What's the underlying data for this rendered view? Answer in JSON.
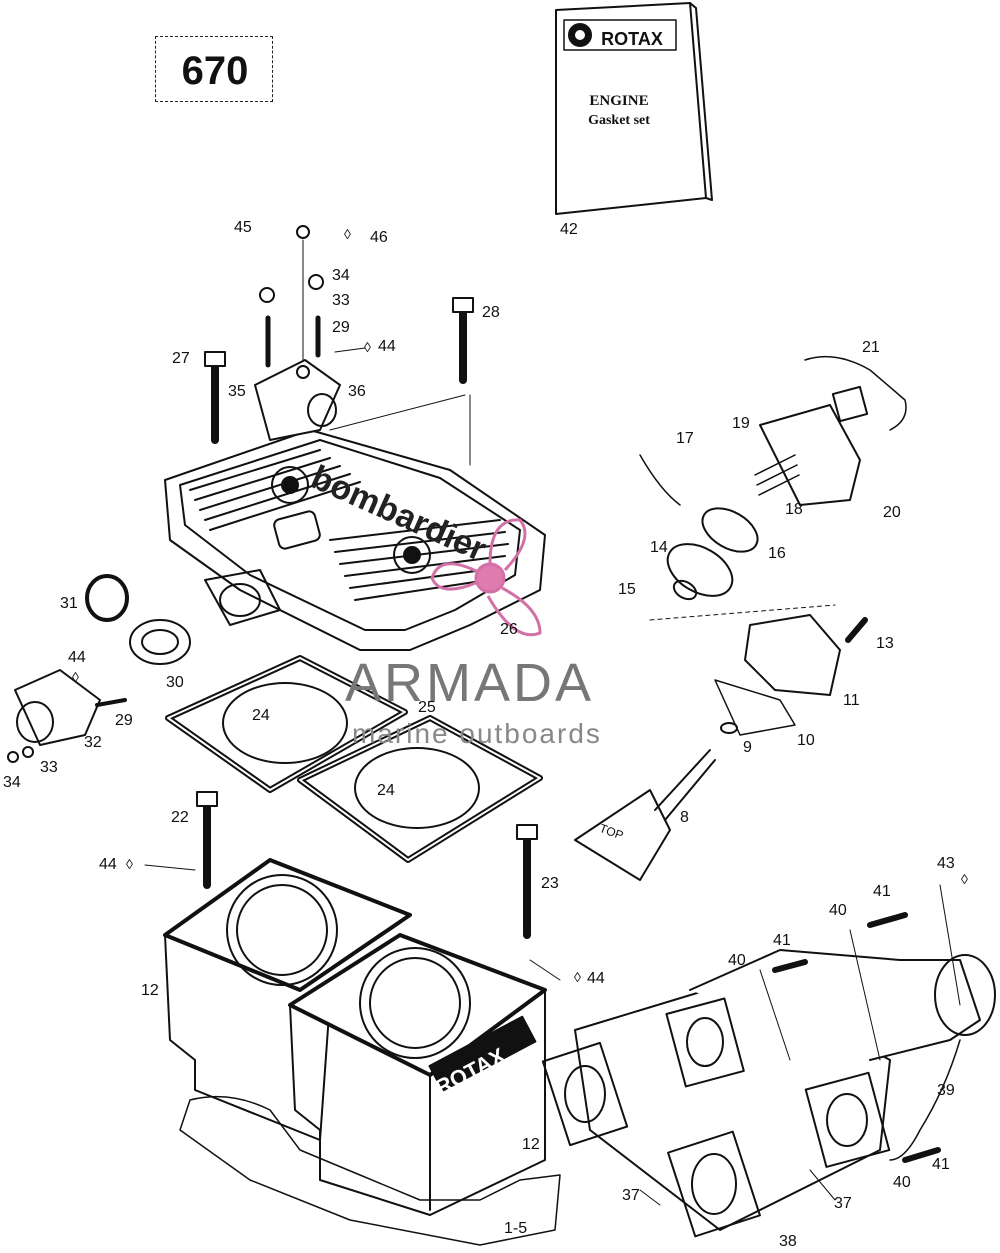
{
  "model": "670",
  "kit": {
    "brand": "ROTAX",
    "title": "ENGINE",
    "subtitle": "Gasket set"
  },
  "watermark": {
    "name": "ARMADA",
    "tagline": "marine outboards"
  },
  "cylinder_brand": "ROTAX",
  "head_brand": "bombardier",
  "piston_mark": "TOP",
  "callouts": [
    {
      "id": "c-670-42",
      "text": "42"
    },
    {
      "id": "c-45",
      "text": "45"
    },
    {
      "id": "c-46",
      "text": "46"
    },
    {
      "id": "c-34a",
      "text": "34"
    },
    {
      "id": "c-33a",
      "text": "33"
    },
    {
      "id": "c-29a",
      "text": "29"
    },
    {
      "id": "c-44a",
      "text": "44"
    },
    {
      "id": "c-28",
      "text": "28"
    },
    {
      "id": "c-27",
      "text": "27"
    },
    {
      "id": "c-35",
      "text": "35"
    },
    {
      "id": "c-36",
      "text": "36"
    },
    {
      "id": "c-21",
      "text": "21"
    },
    {
      "id": "c-19",
      "text": "19"
    },
    {
      "id": "c-17",
      "text": "17"
    },
    {
      "id": "c-18",
      "text": "18"
    },
    {
      "id": "c-20",
      "text": "20"
    },
    {
      "id": "c-14",
      "text": "14"
    },
    {
      "id": "c-16",
      "text": "16"
    },
    {
      "id": "c-15",
      "text": "15"
    },
    {
      "id": "c-26",
      "text": "26"
    },
    {
      "id": "c-31",
      "text": "31"
    },
    {
      "id": "c-13",
      "text": "13"
    },
    {
      "id": "c-44b",
      "text": "44"
    },
    {
      "id": "c-30",
      "text": "30"
    },
    {
      "id": "c-11",
      "text": "11"
    },
    {
      "id": "c-29b",
      "text": "29"
    },
    {
      "id": "c-32",
      "text": "32"
    },
    {
      "id": "c-24a",
      "text": "24"
    },
    {
      "id": "c-25",
      "text": "25"
    },
    {
      "id": "c-10",
      "text": "10"
    },
    {
      "id": "c-9",
      "text": "9"
    },
    {
      "id": "c-34b",
      "text": "34"
    },
    {
      "id": "c-33b",
      "text": "33"
    },
    {
      "id": "c-24b",
      "text": "24"
    },
    {
      "id": "c-22",
      "text": "22"
    },
    {
      "id": "c-8",
      "text": "8"
    },
    {
      "id": "c-44c",
      "text": "44"
    },
    {
      "id": "c-23",
      "text": "23"
    },
    {
      "id": "c-43",
      "text": "43"
    },
    {
      "id": "c-41a",
      "text": "41"
    },
    {
      "id": "c-40a",
      "text": "40"
    },
    {
      "id": "c-41b",
      "text": "41"
    },
    {
      "id": "c-40b",
      "text": "40"
    },
    {
      "id": "c-12a",
      "text": "12"
    },
    {
      "id": "c-44d",
      "text": "44"
    },
    {
      "id": "c-39",
      "text": "39"
    },
    {
      "id": "c-12b",
      "text": "12"
    },
    {
      "id": "c-41c",
      "text": "41"
    },
    {
      "id": "c-37a",
      "text": "37"
    },
    {
      "id": "c-37b",
      "text": "37"
    },
    {
      "id": "c-40c",
      "text": "40"
    },
    {
      "id": "c-1-5",
      "text": "1-5"
    },
    {
      "id": "c-38",
      "text": "38"
    }
  ]
}
